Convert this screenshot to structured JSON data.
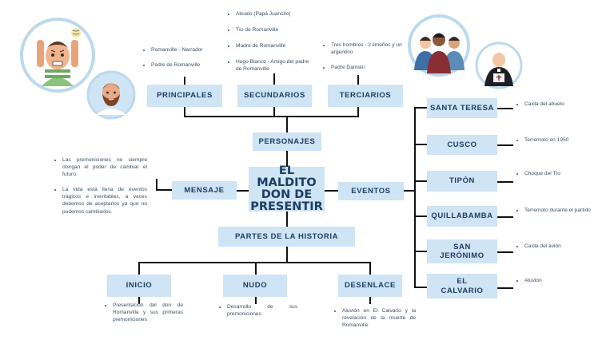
{
  "title": "EL MALDITO DON DE PRESENTIR",
  "categories": {
    "personajes": "PERSONAJES",
    "principales": "PRINCIPALES",
    "secundarios": "SECUNDARIOS",
    "terciarios": "TERCIARIOS",
    "mensaje": "MENSAJE",
    "eventos": "EVENTOS",
    "partes": "PARTES DE LA HISTORIA",
    "inicio": "INICIO",
    "nudo": "NUDO",
    "desenlace": "DESENLACE"
  },
  "principales_notes": [
    "Romanville - Narrador",
    "Padre de Romanville"
  ],
  "secundarios_notes": [
    "Abuelo (Papá Juancito)",
    "Tío de Romanville",
    "Madre de Romanville",
    "Hugo Blanco - Amigo del padre de Romanville"
  ],
  "terciarios_notes": [
    "Tres hombres - 2 limeños y un argentino",
    "Padre Damián"
  ],
  "mensaje_notes": [
    "Las premoniciones no siempre otorgan el poder de cambiar el futuro.",
    "La vida está llena de eventos trágicos e inevitables, a veces debemos de aceptarlos ya que no podemos cambiarlos."
  ],
  "eventos": [
    {
      "place": "SANTA TERESA",
      "note": "Caída del abuelo"
    },
    {
      "place": "CUSCO",
      "note": "Terremoto en 1950"
    },
    {
      "place": "TIPÓN",
      "note": "Choque del Tío"
    },
    {
      "place": "QUILLABAMBA",
      "note": "Terremoto durante el partido"
    },
    {
      "place": "SAN JERÓNIMO",
      "note": "Caída del avión"
    },
    {
      "place": "EL CALVARIO",
      "note": "Aluvión"
    }
  ],
  "inicio_note": "Presentación del don de Romanville y sus primeras premoniciones",
  "nudo_note": "Desarrollo de sus premoniciones",
  "desenlace_note": "Aluvión en El Calvario y la revelación de la muerte de Romanville",
  "icons": [
    "stressed-boy-icon",
    "bearded-man-icon",
    "three-men-icon",
    "priest-icon"
  ],
  "colors": {
    "box": "#cfe4f4",
    "text": "#1c3d63",
    "line": "#111111"
  }
}
